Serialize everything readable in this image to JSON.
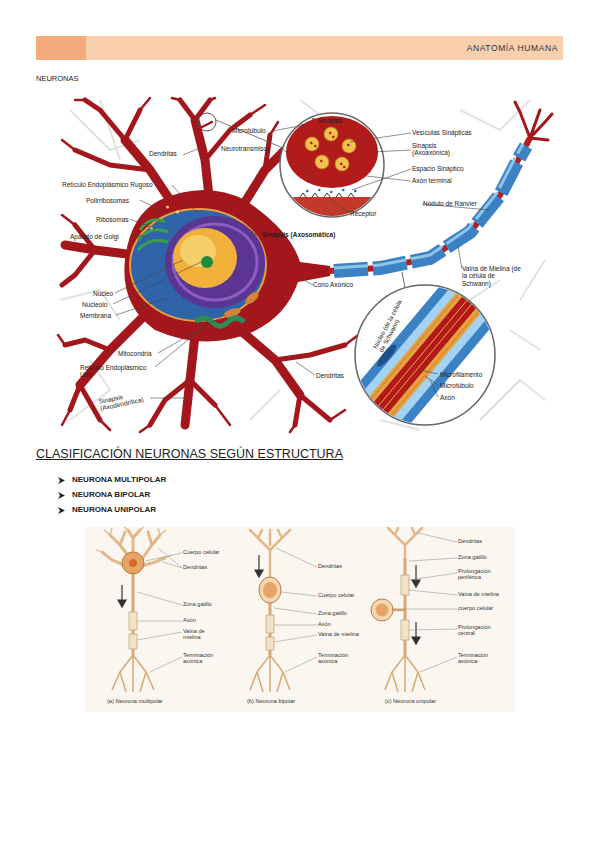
{
  "diagram": {
    "title": "NEURONAS",
    "nodes": [
      {
        "text": [
          "ANATOMÍA HUMANA"
        ]
      }
    ],
    "labels": [
      "Dendritas",
      "Microtúbulo",
      "Neurotransmisor",
      "Sinapsis",
      "Vesículas Sinápticas",
      "Sinapsis (Axoaxónica)",
      "Espacio Sináptico",
      "Axón terminal",
      "Receptor",
      "Retículo Endoplásmico Rugoso",
      "Polirribosomas",
      "Ribosomas",
      "Aparato de Golgi",
      "Sinapsis (Axosomática)",
      "Nódulo de Ranvier",
      "Núcleo",
      "Nucleolo",
      "Membrana",
      "Cono Axónico",
      "Vaina de Mielina (de la célula de Schwann)",
      "Núcleo (de la célula de Schwann)",
      "Microfilamento",
      "Microtúbulo",
      "Axón",
      "Mitocondria",
      "Retículo Endoplásmico Liso",
      "Sinapsis (Axodendrítica)",
      "Dendritas",
      "CLASIFICACIÓN NEURONAS SEGÚN ESTRUCTURA",
      "NEURONA MULTIPOLAR",
      "NEURONA BIPOLAR",
      "NEURONA UNIPOLAR",
      "Cuerpo celular",
      "Dendritas",
      "Zona gatillo",
      "Axón",
      "Vaina de mielina",
      "Terminación axónica",
      "(a) Neurona multipolar",
      "Dendritas",
      "Cuerpo celular",
      "Zona gatillo",
      "Axón",
      "Vaina de mielina",
      "Terminación axónica",
      "(b) Neurona bipolar",
      "Dendritas",
      "Zona gatillo",
      "Prolongación periférica",
      "Vaina de mielina",
      "cuerpo celular",
      "Prolongación central",
      "Terminación axónica",
      "(c) Neurona unipolar"
    ]
  }
}
